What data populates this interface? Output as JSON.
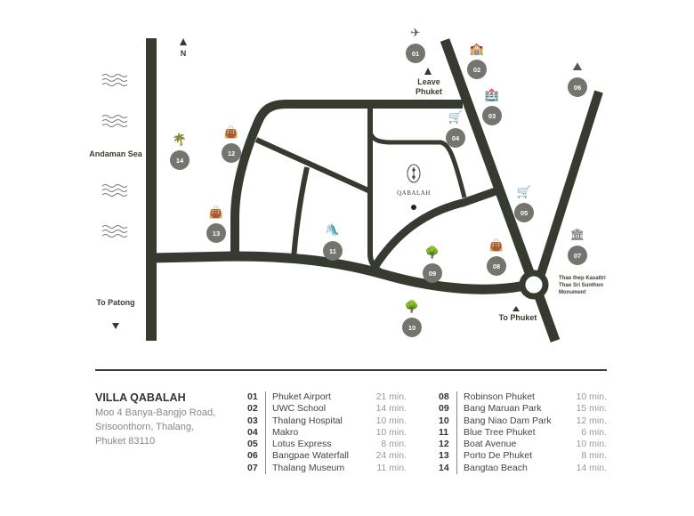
{
  "map": {
    "north_label": "N",
    "sea_label": "Andaman Sea",
    "to_patong": "To Patong",
    "leave_phuket": "Leave Phuket",
    "to_phuket": "To Phuket",
    "monument": "Thao thep Kasattri Thao Sri Sunthon Monument",
    "logo_text": "QABALAH",
    "road_color": "#363a30",
    "marker_color": "#75756f",
    "markers": [
      {
        "num": "01",
        "icon": "airplane-icon",
        "glyph": "✈"
      },
      {
        "num": "02",
        "icon": "school-icon",
        "glyph": "🏫"
      },
      {
        "num": "03",
        "icon": "hospital-icon",
        "glyph": "🏥"
      },
      {
        "num": "04",
        "icon": "shopping-cart-icon",
        "glyph": "🛒"
      },
      {
        "num": "05",
        "icon": "shopping-cart-icon",
        "glyph": "🛒"
      },
      {
        "num": "06",
        "icon": "waterfall-icon",
        "glyph": "⛰"
      },
      {
        "num": "07",
        "icon": "museum-icon",
        "glyph": "🏛"
      },
      {
        "num": "08",
        "icon": "shopping-bag-icon",
        "glyph": "👜"
      },
      {
        "num": "09",
        "icon": "park-icon",
        "glyph": "🌳"
      },
      {
        "num": "10",
        "icon": "park-icon",
        "glyph": "🌳"
      },
      {
        "num": "11",
        "icon": "waterpark-icon",
        "glyph": "🛝"
      },
      {
        "num": "12",
        "icon": "shopping-bag-icon",
        "glyph": "👜"
      },
      {
        "num": "13",
        "icon": "shopping-bag-icon",
        "glyph": "👜"
      },
      {
        "num": "14",
        "icon": "beach-icon",
        "glyph": "🌴"
      }
    ]
  },
  "legend": {
    "title": "VILLA QABALAH",
    "address": [
      "Moo 4 Banya-Bangjo Road,",
      "Srisoonthorn, Thalang,",
      "Phuket 83110"
    ],
    "items": [
      {
        "num": "01",
        "name": "Phuket Airport",
        "time": "21 min."
      },
      {
        "num": "02",
        "name": "UWC School",
        "time": "14 min."
      },
      {
        "num": "03",
        "name": "Thalang Hospital",
        "time": "10 min."
      },
      {
        "num": "04",
        "name": "Makro",
        "time": "10 min."
      },
      {
        "num": "05",
        "name": "Lotus Express",
        "time": "8 min."
      },
      {
        "num": "06",
        "name": "Bangpae Waterfall",
        "time": "24 min."
      },
      {
        "num": "07",
        "name": "Thalang Museum",
        "time": "11 min."
      },
      {
        "num": "08",
        "name": "Robinson Phuket",
        "time": "10 min."
      },
      {
        "num": "09",
        "name": "Bang Maruan Park",
        "time": "15 min."
      },
      {
        "num": "10",
        "name": "Bang Niao Dam Park",
        "time": "12 min."
      },
      {
        "num": "11",
        "name": "Blue Tree Phuket",
        "time": "6 min."
      },
      {
        "num": "12",
        "name": "Boat Avenue",
        "time": "10 min."
      },
      {
        "num": "13",
        "name": "Porto De Phuket",
        "time": "8 min."
      },
      {
        "num": "14",
        "name": "Bangtao Beach",
        "time": "14 min."
      }
    ]
  }
}
